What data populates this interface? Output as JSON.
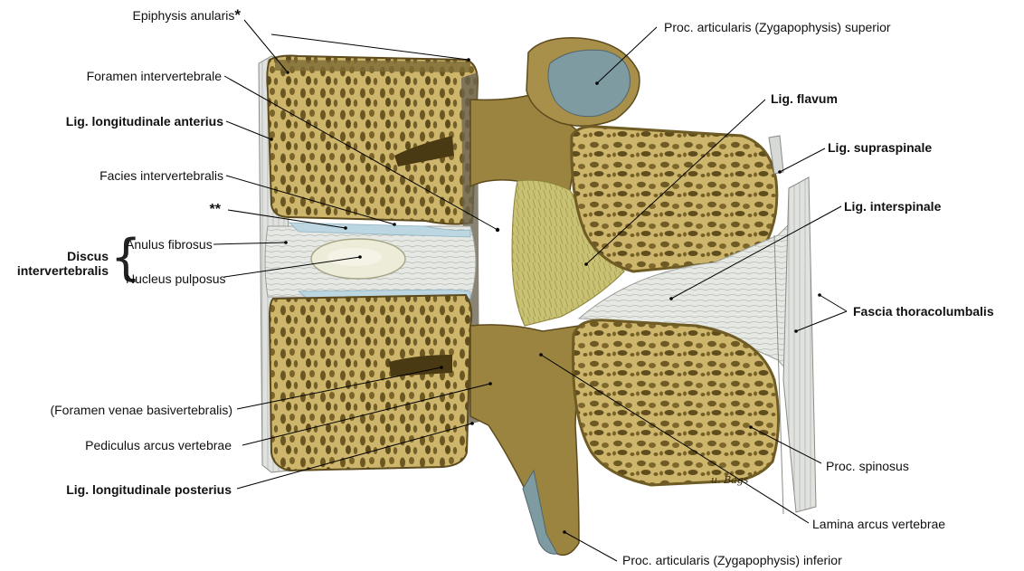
{
  "labels": {
    "epiphysis_anularis": "Epiphysis anularis",
    "asterisk_single": "*",
    "foramen_intervertebrale": "Foramen intervertebrale",
    "lig_long_anterius": "Lig. longitudinale anterius",
    "facies_intervertebralis": "Facies intervertebralis",
    "asterisk_double": "**",
    "discus_line1": "Discus",
    "discus_line2": "intervertebralis",
    "anulus_fibrosus": "Anulus fibrosus",
    "nucleus_pulposus": "Nucleus pulposus",
    "foramen_venae": "(Foramen venae basivertebralis)",
    "pediculus": "Pediculus arcus vertebrae",
    "lig_long_posterius": "Lig. longitudinale posterius",
    "proc_art_superior": "Proc. articularis (Zygapophysis) superior",
    "lig_flavum": "Lig. flavum",
    "lig_supraspinale": "Lig. supraspinale",
    "lig_interspinale": "Lig. interspinale",
    "fascia_thoracolumbalis": "Fascia thoracolumbalis",
    "proc_spinosus": "Proc. spinosus",
    "lamina": "Lamina arcus vertebrae",
    "proc_art_inferior": "Proc. articularis (Zygapophysis) inferior",
    "signature": "u. Bags"
  },
  "colors": {
    "bone": "#cbb46a",
    "bone_dark": "#8a7432",
    "bone_edge": "#5d4b1e",
    "cortex": "#d9c78a",
    "disc": "#e8e6da",
    "cartilage": "#bcd6e2",
    "ligament": "#d8dcd8",
    "flavum": "#c9c272",
    "articular_surface": "#7e9ba2",
    "leader": "#000000"
  },
  "icons": {
    "brace": "curly-brace"
  }
}
